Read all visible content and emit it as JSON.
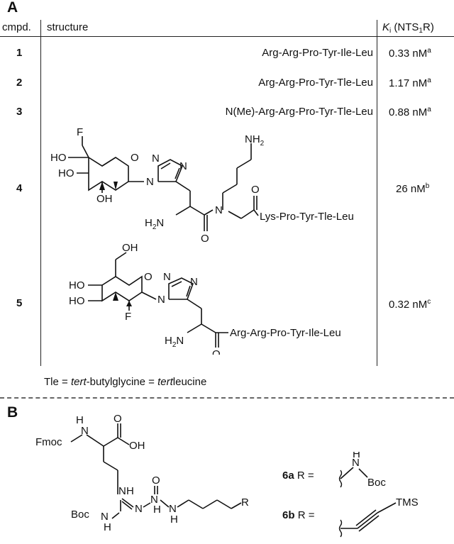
{
  "panel_a": {
    "label": "A",
    "headers": {
      "compound": "cmpd.",
      "structure": "structure",
      "ki_symbol": "K",
      "ki_sub": "i",
      "ki_open": "(NTS",
      "ki_sub2": "1",
      "ki_close": "R)"
    },
    "rows": [
      {
        "id": "1",
        "sequence": "Arg-Arg-Pro-Tyr-Ile-Leu",
        "ki": "0.33 nM",
        "note": "a"
      },
      {
        "id": "2",
        "sequence": "Arg-Arg-Pro-Tyr-Tle-Leu",
        "ki": "1.17 nM",
        "note": "a"
      },
      {
        "id": "3",
        "sequence": "N(Me)-Arg-Arg-Pro-Tyr-Tle-Leu",
        "ki": "0.88 nM",
        "note": "a"
      },
      {
        "id": "4",
        "sequence": "Lys-Pro-Tyr-Tle-Leu",
        "ki": "26 nM",
        "note": "b"
      },
      {
        "id": "5",
        "sequence": "Arg-Arg-Pro-Tyr-Ile-Leu",
        "ki": "0.32 nM",
        "note": "c"
      }
    ],
    "footnote": {
      "part1": "Tle = ",
      "italic1": "tert",
      "part2": "-butylglycine = ",
      "italic2": "tert",
      "part3": "leucine"
    },
    "atom_labels": {
      "f": "F",
      "ho": "HO",
      "oh": "OH",
      "o": "O",
      "n": "N",
      "nh2": "NH",
      "two": "2",
      "h2n": "H",
      "h2n_n": "N"
    }
  },
  "panel_b": {
    "label": "B",
    "atom_labels": {
      "fmoc": "Fmoc",
      "boc": "Boc",
      "oh": "OH",
      "o": "O",
      "n": "N",
      "h": "H",
      "r": "R",
      "tms": "TMS"
    },
    "variants": [
      {
        "id": "6a",
        "eq": "R ="
      },
      {
        "id": "6b",
        "eq": "R ="
      }
    ]
  }
}
